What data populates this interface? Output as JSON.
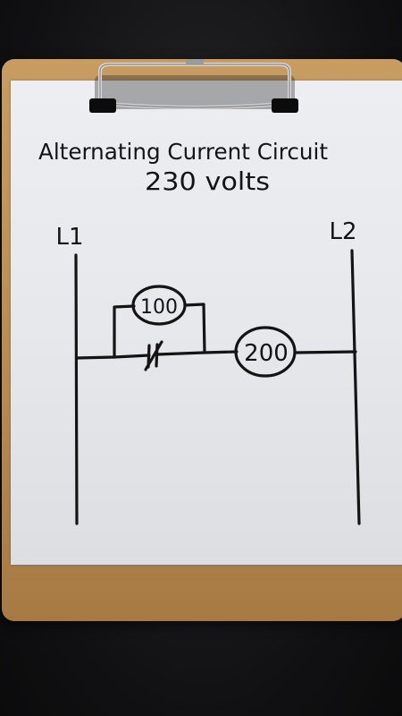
{
  "diagram": {
    "title_line1": "Alternating Current Circuit",
    "title_line2": "230 volts",
    "rail_left_label": "L1",
    "rail_right_label": "L2",
    "component_top_label": "100",
    "component_right_label": "200",
    "ink_color": "#141414",
    "paper_color": "#e9ebef",
    "clipboard_color": "#c1945a"
  }
}
